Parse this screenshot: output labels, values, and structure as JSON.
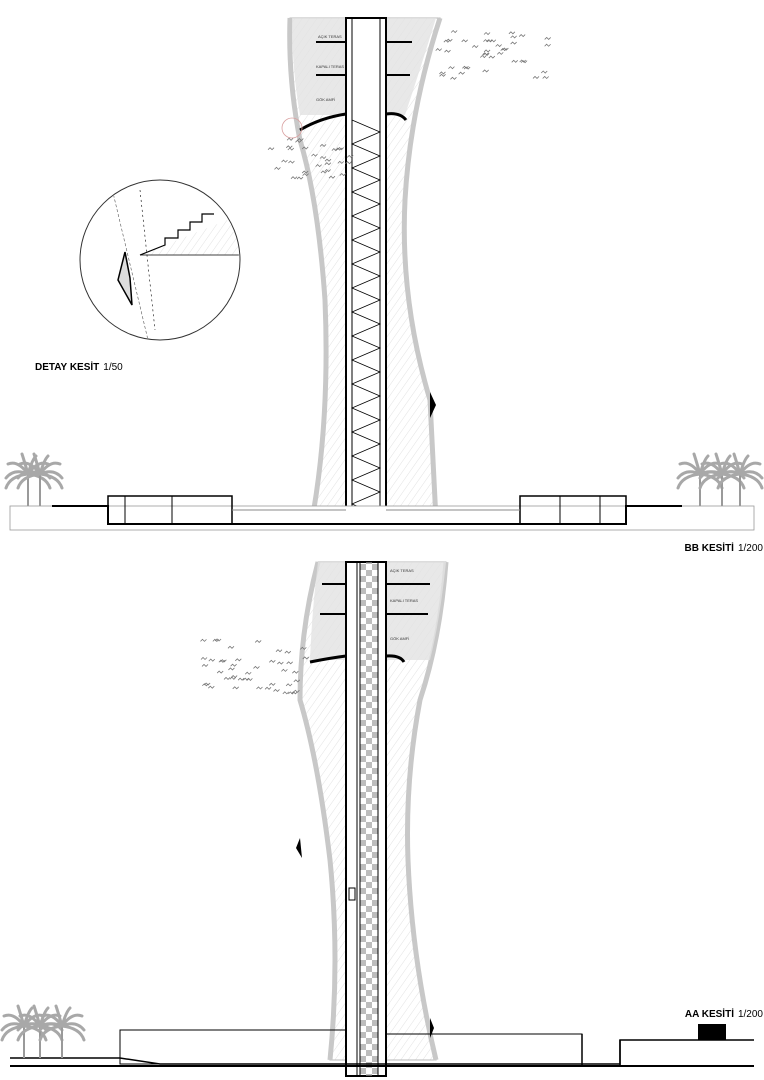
{
  "drawing": {
    "detail_section": {
      "name": "DETAY KESİT",
      "scale": "1/50"
    },
    "section_bb": {
      "name": "BB KESİTİ",
      "scale": "1/200"
    },
    "section_aa": {
      "name": "AA KESİTİ",
      "scale": "1/200"
    },
    "levels": {
      "open_terrace": "AÇIK TERAS",
      "closed_terrace": "KAPALI TERAS",
      "sky_hall": "GÖK AMFİ"
    }
  }
}
